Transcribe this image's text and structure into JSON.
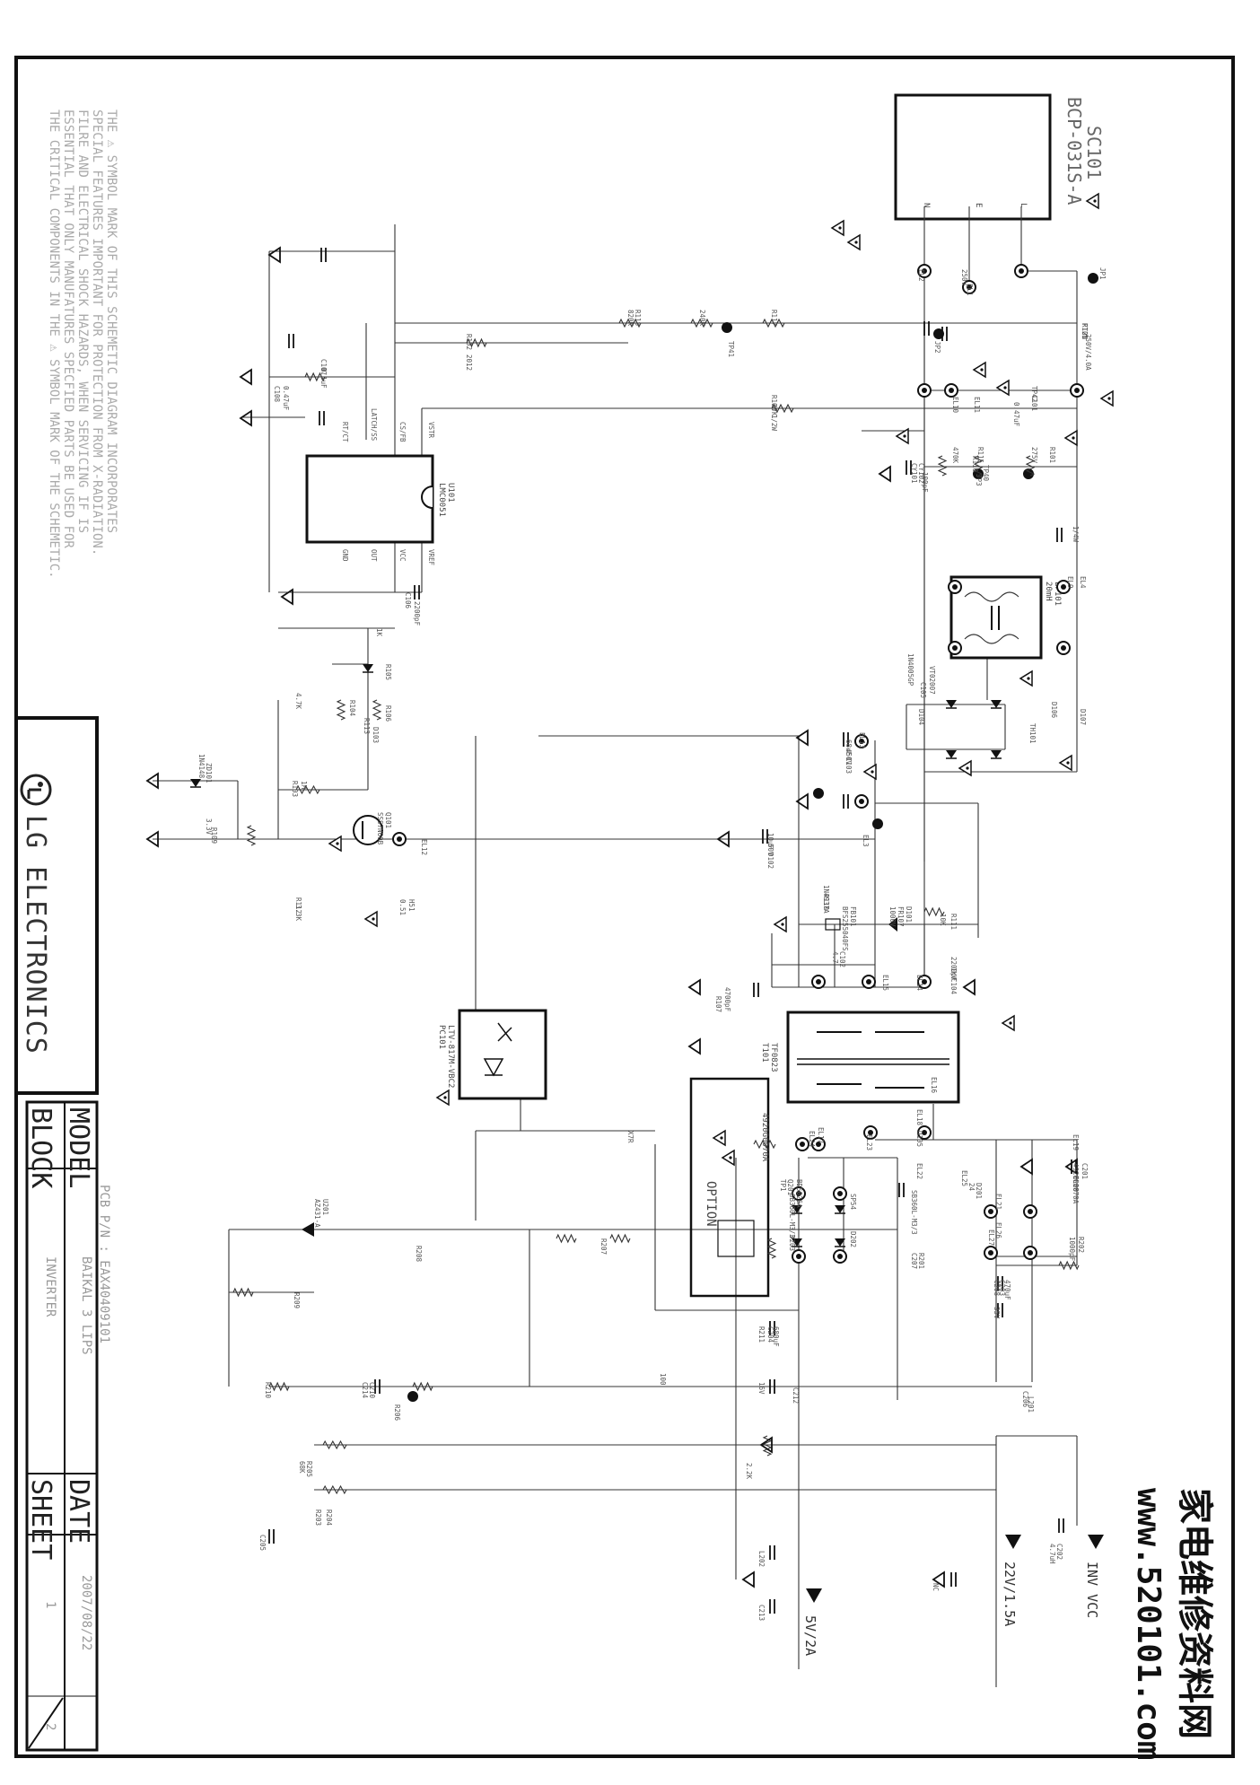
{
  "note_lines": [
    "THE {!} SYMBOL MARK OF THIS SCHEMETIC DIAGRAM INCORPORATES",
    "SPECIAL FEATURES IMPORTANT FOR PROTECTION FROM X-RADIATION.",
    "FILRE AND ELECTRICAL SHOCK HAZARDS, WHEN SERVICING IF IS",
    "ESSENTIAL THAT ONLY MANUFATURES SPECFIED PARTS BE USED FOR",
    "THE CRITICAL COMPONENTS IN THE {!} SYMBOL MARK OF THE SCHEMETIC."
  ],
  "brand": "LG ELECTRONICS",
  "watermark": {
    "chinese": "家电维修资料网",
    "url": "www.520101.com"
  },
  "title_block": {
    "model_label": "MODEL",
    "model_value": "BAIKAL 3 LIPS",
    "pcb_label": "PCB P/N : EAX40409101",
    "block_label": "BLOCK",
    "block_value": "INVERTER",
    "date_label": "DATE",
    "date_value": "2007/08/22",
    "sheet_label": "SHEET",
    "sheet_value": "1",
    "sheet_total": "2"
  },
  "blocks": {
    "sc101": {
      "ref": "SC101",
      "part": "BCP-031S-A",
      "pins": [
        "L",
        "E",
        "N"
      ]
    },
    "u101": {
      "ref": "U101",
      "part": "LMC0051",
      "pins": [
        "VSTR",
        "CS/FB",
        "LATCH/SS",
        "RT/CT",
        "VREF",
        "VCC",
        "OUT",
        "GND"
      ]
    },
    "lf101": {
      "ref": "LF101",
      "value": "20mH"
    },
    "t101": {
      "ref": "T101",
      "part": "TF0823"
    },
    "pc101": {
      "ref": "PC101",
      "part": "LTV-817M-VBC2"
    },
    "option": {
      "label": "OPTION",
      "part": "4920G0070A"
    },
    "d101": {
      "ref": "D101",
      "part": "FR107",
      "value": "1000V"
    },
    "fb101": {
      "ref": "FB101",
      "part": "BFS255040FS"
    },
    "q101": {
      "ref": "Q101",
      "part": "SSS7N60B"
    },
    "u201": {
      "ref": "U201",
      "part": "AZ431-A"
    }
  },
  "outputs": [
    {
      "label": "INV VCC"
    },
    {
      "label": "22V/1.5A"
    },
    {
      "label": "5V/2A"
    }
  ],
  "labels": [
    {
      "t": "F101"
    },
    {
      "t": "250V/4.0A"
    },
    {
      "t": "JP1"
    },
    {
      "t": "JP2"
    },
    {
      "t": "JP3"
    },
    {
      "t": "TP40"
    },
    {
      "t": "TP41"
    },
    {
      "t": "TP42"
    },
    {
      "t": "C101"
    },
    {
      "t": "0.47uF"
    },
    {
      "t": "275V"
    },
    {
      "t": "R101"
    },
    {
      "t": "470K"
    },
    {
      "t": "R115"
    },
    {
      "t": "R116"
    },
    {
      "t": "1/4W"
    },
    {
      "t": "CY101"
    },
    {
      "t": "CY102"
    },
    {
      "t": "100pF"
    },
    {
      "t": "250V"
    },
    {
      "t": "EL1"
    },
    {
      "t": "EL2"
    },
    {
      "t": "EL3"
    },
    {
      "t": "EL4"
    },
    {
      "t": "EL9"
    },
    {
      "t": "EL10"
    },
    {
      "t": "EL11"
    },
    {
      "t": "EL12"
    },
    {
      "t": "EL13"
    },
    {
      "t": "EL14"
    },
    {
      "t": "EL15"
    },
    {
      "t": "EL16"
    },
    {
      "t": "EL17"
    },
    {
      "t": "EL18"
    },
    {
      "t": "EL19"
    },
    {
      "t": "EL20"
    },
    {
      "t": "EL21"
    },
    {
      "t": "EL22"
    },
    {
      "t": "EL23"
    },
    {
      "t": "EL24"
    },
    {
      "t": "EL25"
    },
    {
      "t": "EL26"
    },
    {
      "t": "EL27"
    },
    {
      "t": "D105"
    },
    {
      "t": "D106"
    },
    {
      "t": "D107"
    },
    {
      "t": "D104"
    },
    {
      "t": "1N4005GP"
    },
    {
      "t": "TH101"
    },
    {
      "t": "VT02007"
    },
    {
      "t": "C105"
    },
    {
      "t": "68uF"
    },
    {
      "t": "450V"
    },
    {
      "t": "C103"
    },
    {
      "t": "10uF"
    },
    {
      "t": "50V"
    },
    {
      "t": "D102"
    },
    {
      "t": "1N4937A"
    },
    {
      "t": "R110"
    },
    {
      "t": "10K"
    },
    {
      "t": "R111"
    },
    {
      "t": "4.7"
    },
    {
      "t": "C102"
    },
    {
      "t": "2200pF"
    },
    {
      "t": "1KV"
    },
    {
      "t": "C104"
    },
    {
      "t": "4700pF"
    },
    {
      "t": "R107"
    },
    {
      "t": "820K"
    },
    {
      "t": "R118"
    },
    {
      "t": "240K"
    },
    {
      "t": "R117"
    },
    {
      "t": "R108"
    },
    {
      "t": "47K"
    },
    {
      "t": "1/2W"
    },
    {
      "t": "R102"
    },
    {
      "t": "2012"
    },
    {
      "t": "C108"
    },
    {
      "t": "0.47uF"
    },
    {
      "t": "C106"
    },
    {
      "t": "2200pF"
    },
    {
      "t": "C107"
    },
    {
      "t": "0.1uF"
    },
    {
      "t": "R103"
    },
    {
      "t": "1M"
    },
    {
      "t": "R112"
    },
    {
      "t": "3.3K"
    },
    {
      "t": "R104"
    },
    {
      "t": "1K"
    },
    {
      "t": "R105"
    },
    {
      "t": "R106"
    },
    {
      "t": "4.7K"
    },
    {
      "t": "R113"
    },
    {
      "t": "D103"
    },
    {
      "t": "1N4148"
    },
    {
      "t": "ZD101"
    },
    {
      "t": "3.3V"
    },
    {
      "t": "R109"
    },
    {
      "t": "0.51"
    },
    {
      "t": "H51"
    },
    {
      "t": "4920G0070A"
    },
    {
      "t": "C201"
    },
    {
      "t": "1000pF"
    },
    {
      "t": "R202"
    },
    {
      "t": "24"
    },
    {
      "t": "D201"
    },
    {
      "t": "SP54"
    },
    {
      "t": "D202"
    },
    {
      "t": "SB360L-M3/3"
    },
    {
      "t": "D203"
    },
    {
      "t": "SB360L-M3/3"
    },
    {
      "t": "C208"
    },
    {
      "t": "C203"
    },
    {
      "t": "470uF"
    },
    {
      "t": "35V"
    },
    {
      "t": "C206"
    },
    {
      "t": "L201"
    },
    {
      "t": "4.7uH"
    },
    {
      "t": "C202"
    },
    {
      "t": "NC"
    },
    {
      "t": "C207"
    },
    {
      "t": "R201"
    },
    {
      "t": "100"
    },
    {
      "t": "R203"
    },
    {
      "t": "R204"
    },
    {
      "t": "68K"
    },
    {
      "t": "R205"
    },
    {
      "t": "2.2K"
    },
    {
      "t": "R211"
    },
    {
      "t": "C204"
    },
    {
      "t": "680uF"
    },
    {
      "t": "16V"
    },
    {
      "t": "C212"
    },
    {
      "t": "L202"
    },
    {
      "t": "C213"
    },
    {
      "t": "C205"
    },
    {
      "t": "C214"
    },
    {
      "t": "C210"
    },
    {
      "t": "X7R"
    },
    {
      "t": "R207"
    },
    {
      "t": "R208"
    },
    {
      "t": "R209"
    },
    {
      "t": "R210"
    },
    {
      "t": "R206"
    },
    {
      "t": "TP1"
    },
    {
      "t": "Q201"
    },
    {
      "t": "BD5026A"
    },
    {
      "t": "RT2N"
    }
  ]
}
